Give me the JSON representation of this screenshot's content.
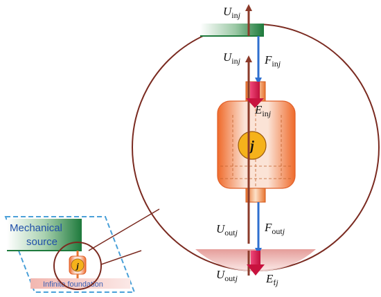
{
  "colors": {
    "circle_border": "#7a2a20",
    "brown_arrow": "#8b3a2a",
    "blue_arrow": "#2f6fcf",
    "red_arrow": "#d01e4f",
    "body_orange": "#f07a3a",
    "node_yellow": "#f5b21b",
    "source_green": "#1f7a3a",
    "foundation_pink": "#e8a2a0",
    "dashed_blue": "#4aa0d8"
  },
  "labels": {
    "u_in_top": {
      "main": "U",
      "sub": "in",
      "subi": "j"
    },
    "u_in": {
      "main": "U",
      "sub": "in",
      "subi": "j"
    },
    "f_in": {
      "main": "F",
      "sub": "in",
      "subi": "j"
    },
    "e_in": {
      "main": "E",
      "sub": "in",
      "subi": "j"
    },
    "node": "j",
    "u_out": {
      "main": "U",
      "sub": "out",
      "subi": "j"
    },
    "f_out": {
      "main": "F",
      "sub": "out",
      "subi": "j"
    },
    "u_out_bottom": {
      "main": "U",
      "sub": "out",
      "subi": "j"
    },
    "e_f": {
      "main": "E",
      "sub": "f",
      "subi": "j"
    },
    "small_node": "j"
  },
  "inset": {
    "source_line1": "Mechanical",
    "source_line2": "source",
    "foundation": "Infinite foundation"
  }
}
